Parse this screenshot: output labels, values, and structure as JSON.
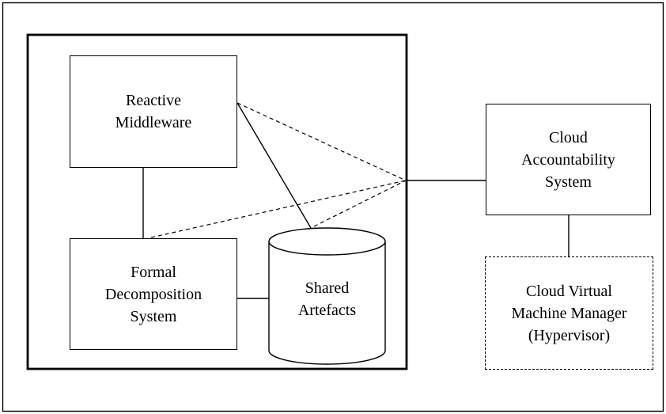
{
  "diagram": {
    "title": "",
    "colors": {
      "line": "#000000",
      "background": "#ffffff"
    },
    "nodes": {
      "reactive_middleware": {
        "label": "Reactive\nMiddleware",
        "shape": "rectangle",
        "border": "solid"
      },
      "formal_decomposition_system": {
        "label": "Formal\nDecomposition\nSystem",
        "shape": "rectangle",
        "border": "solid"
      },
      "shared_artefacts": {
        "label": "Shared\nArtefacts",
        "shape": "cylinder",
        "border": "solid"
      },
      "cloud_accountability_system": {
        "label": "Cloud\nAccountability\nSystem",
        "shape": "rectangle",
        "border": "solid"
      },
      "cloud_virtual_machine_manager": {
        "label": "Cloud Virtual\nMachine Manager\n(Hypervisor)",
        "shape": "rectangle",
        "border": "dashed"
      }
    },
    "containers": {
      "enclosure": {
        "contains": [
          "reactive_middleware",
          "formal_decomposition_system",
          "shared_artefacts"
        ]
      }
    },
    "edges": [
      {
        "from": "reactive_middleware",
        "to": "formal_decomposition_system",
        "style": "solid"
      },
      {
        "from": "reactive_middleware",
        "to": "shared_artefacts",
        "style": "solid"
      },
      {
        "from": "formal_decomposition_system",
        "to": "shared_artefacts",
        "style": "solid"
      },
      {
        "from": "reactive_middleware",
        "to": "cloud_accountability_system",
        "style": "dashed"
      },
      {
        "from": "formal_decomposition_system",
        "to": "cloud_accountability_system",
        "style": "dashed"
      },
      {
        "from": "shared_artefacts",
        "to": "cloud_accountability_system",
        "style": "dashed"
      },
      {
        "from": "enclosure",
        "to": "cloud_accountability_system",
        "style": "solid"
      },
      {
        "from": "cloud_accountability_system",
        "to": "cloud_virtual_machine_manager",
        "style": "solid"
      }
    ]
  }
}
